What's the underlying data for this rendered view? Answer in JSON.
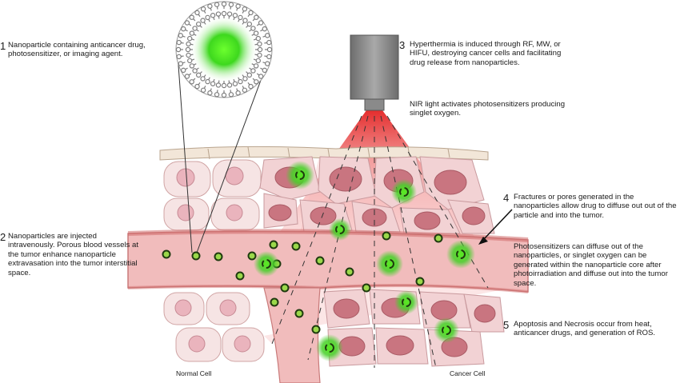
{
  "steps": [
    {
      "num": "1",
      "text": "Nanoparticle containing anticancer drug, photosensitizer, or imaging agent."
    },
    {
      "num": "2",
      "text": "Nanoparticles are injected intravenously. Porous blood vessels at the tumor enhance nanoparticle extravasation into the tumor interstitial space."
    },
    {
      "num": "3",
      "text": "Hyperthermia is induced through RF, MW, or HIFU, destroying cancer cells and facilitating drug release from nanoparticles.",
      "text2": "NIR light activates photosensitizers producing singlet oxygen."
    },
    {
      "num": "4",
      "text": "Fractures or pores generated in the nanoparticles allow drug to diffuse out out of the particle and into the tumor.",
      "text2": "Photosensitizers can diffuse out of the nanoparticles, or singlet oxygen can be generated within the nanoparticle core after photoirradiation and diffuse out into the tumor space."
    },
    {
      "num": "5",
      "text": "Apoptosis and Necrosis occur from heat, anticancer drugs, and generation of ROS."
    }
  ],
  "labels": {
    "normal_cell": "Normal Cell",
    "cancer_cell": "Cancer Cell"
  },
  "colors": {
    "nanoparticle_glow": "#3dd61e",
    "vessel": "#e8a0a0",
    "cell_fill": "#f3d6d6",
    "cancer_nucleus": "#c76c78",
    "beam": "#e43a3a",
    "device": "#7a7a7a"
  },
  "icons": [
    "liposome-nanoparticle",
    "energy-source-device",
    "blood-vessel",
    "arrow-pointer"
  ]
}
